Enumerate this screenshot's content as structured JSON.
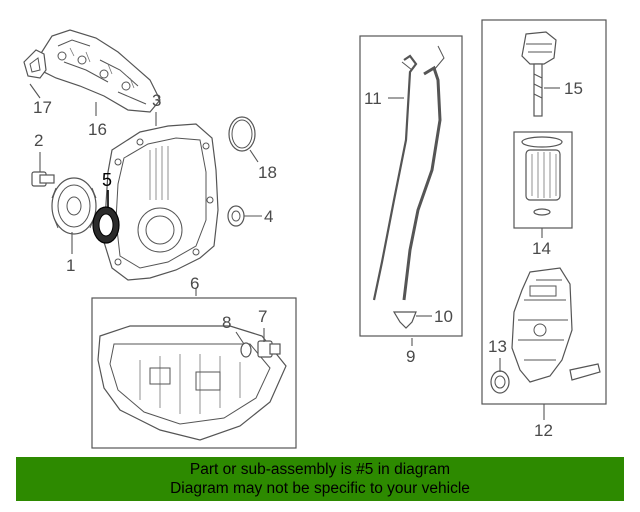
{
  "callouts": {
    "c1": "1",
    "c2": "2",
    "c3": "3",
    "c4": "4",
    "c5": "5",
    "c6": "6",
    "c7": "7",
    "c8": "8",
    "c9": "9",
    "c10": "10",
    "c11": "11",
    "c12": "12",
    "c13": "13",
    "c14": "14",
    "c15": "15",
    "c16": "16",
    "c17": "17",
    "c18": "18"
  },
  "highlight_color": "#2d8a00",
  "footer": {
    "line1": "Part or sub-assembly is #5 in diagram",
    "line2": "Diagram may not be specific to your vehicle"
  }
}
